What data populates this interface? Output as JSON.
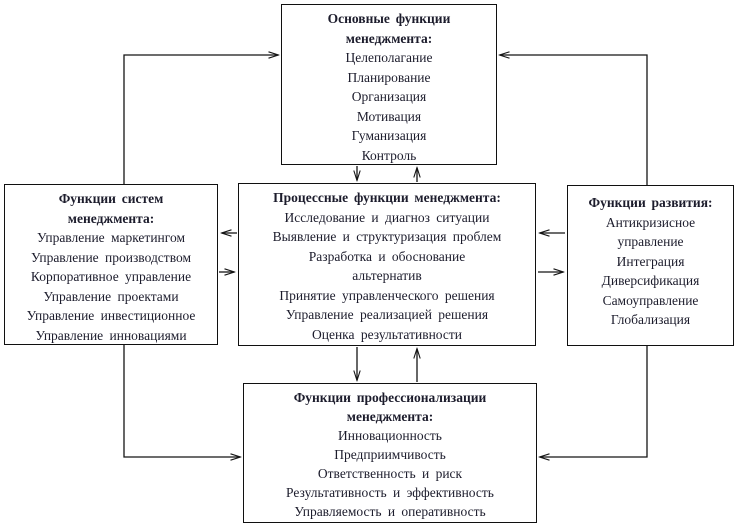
{
  "diagram": {
    "background_color": "#ffffff",
    "line_color": "#151515",
    "text_color": "#1c1c2c",
    "boxes": {
      "main": {
        "title": "Основные функции менеджмента:",
        "items": [
          "Целеполагание",
          "Планирование",
          "Организация",
          "Мотивация",
          "Гуманизация",
          "Контроль"
        ]
      },
      "systems": {
        "title": "Функции систем менеджмента:",
        "items": [
          "Управление маркетингом",
          "Управление производством",
          "Корпоративное управление",
          "Управление проектами",
          "Управление инвестиционное",
          "Управление инновациями"
        ]
      },
      "process": {
        "title": "Процессные функции менеджмента:",
        "items": [
          "Исследование и диагноз ситуации",
          "Выявление и структуризация проблем",
          "Разработка и обоснование альтернатив",
          "Принятие управленческого решения",
          "Управление реализацией решения",
          "Оценка результативности"
        ]
      },
      "development": {
        "title": "Функции развития:",
        "items": [
          "Антикризисное управление",
          "Интеграция",
          "Диверсификация",
          "Самоуправление",
          "Глобализация"
        ]
      },
      "professionalization": {
        "title": "Функции профессионализации менеджмента:",
        "items": [
          "Инновационность",
          "Предприимчивость",
          "Ответственность и риск",
          "Результативность и эффективность",
          "Управляемость и оперативность"
        ]
      }
    }
  }
}
